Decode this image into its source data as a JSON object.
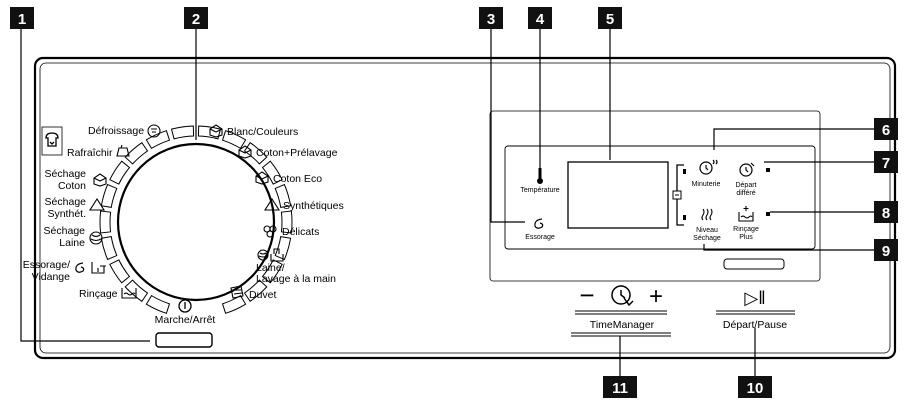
{
  "callouts": [
    "1",
    "2",
    "3",
    "4",
    "5",
    "6",
    "7",
    "8",
    "9",
    "10",
    "11"
  ],
  "programs": {
    "defroissage": "Défroissage",
    "blanc_couleurs": "Blanc/Couleurs",
    "rafraichir": "Rafraîchir",
    "coton_prelavage": "Coton+Prélavage",
    "sechage_coton_1": "Séchage",
    "sechage_coton_2": "Coton",
    "coton_eco": "Coton Eco",
    "sechage_synth_1": "Séchage",
    "sechage_synth_2": "Synthét.",
    "synthetiques": "Synthétiques",
    "sechage_laine_1": "Séchage",
    "sechage_laine_2": "Laine",
    "delicats": "Délicats",
    "essorage_vidange_1": "Essorage/",
    "essorage_vidange_2": "Vidange",
    "laine_1": "Laine/",
    "laine_2": "Lavage à la main",
    "rincage": "Rinçage",
    "duvet": "Duvet"
  },
  "power_label": "Marche/Arrêt",
  "display": {
    "temperature": "Température",
    "essorage": "Essorage",
    "minuterie": "Minuterie",
    "depart_differe_1": "Départ",
    "depart_differe_2": "différé",
    "rincage_plus_1": "Rinçage",
    "rincage_plus_2": "Plus",
    "niveau_sechage_1": "Niveau",
    "niveau_sechage_2": "Séchage"
  },
  "time_manager": {
    "minus": "−",
    "plus": "+",
    "label": "TimeManager"
  },
  "start_pause": {
    "symbol": "▷ǁ",
    "label": "Départ/Pause"
  }
}
